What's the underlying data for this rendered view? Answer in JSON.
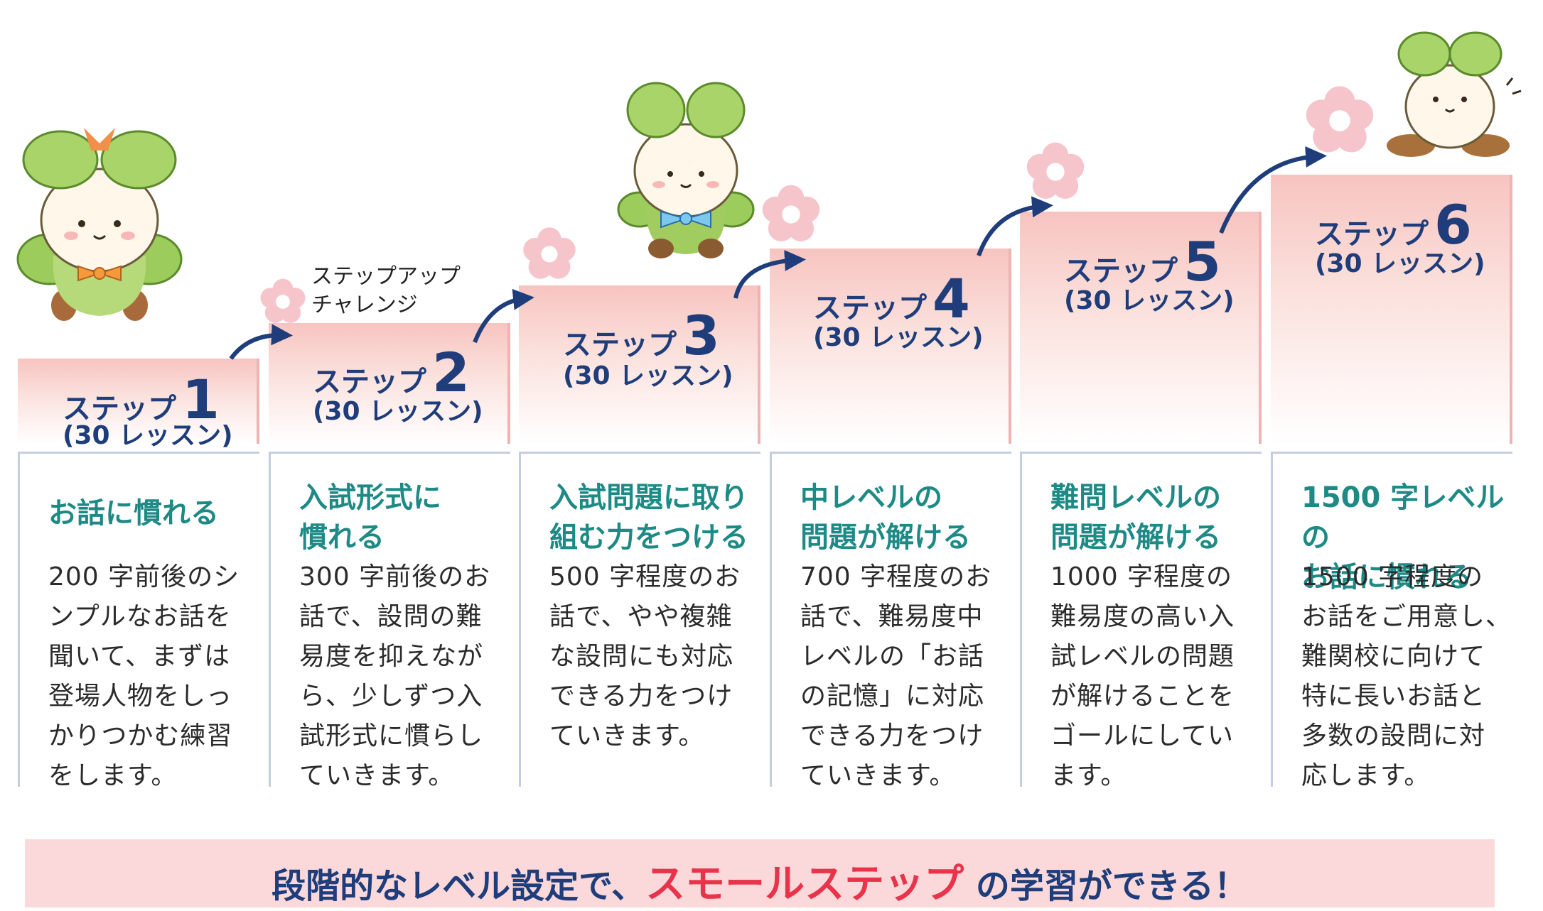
{
  "challenge_label": "ステップアップ\nチャレンジ",
  "steps": [
    {
      "word": "ステップ",
      "num": "1",
      "sub": "(30 レッスン)",
      "title": "お話に慣れる",
      "body": "200 字前後のシ\nンプルなお話を\n聞いて、まずは\n登場人物をしっ\nかりつかむ練習\nをします。"
    },
    {
      "word": "ステップ",
      "num": "2",
      "sub": "(30 レッスン)",
      "title": "入試形式に\n慣れる",
      "body": "300 字前後のお\n話で、設問の難\n易度を抑えなが\nら、少しずつ入\n試形式に慣らし\nていきます。"
    },
    {
      "word": "ステップ",
      "num": "3",
      "sub": "(30 レッスン)",
      "title": "入試問題に取り\n組む力をつける",
      "body": "500 字程度のお\n話で、やや複雑\nな設問にも対応\nできる力をつけ\nていきます。"
    },
    {
      "word": "ステップ",
      "num": "4",
      "sub": "(30 レッスン)",
      "title": "中レベルの\n問題が解ける",
      "body": "700 字程度のお\n話で、難易度中\nレベルの「お話\nの記憶」に対応\nできる力をつけ\nていきます。"
    },
    {
      "word": "ステップ",
      "num": "5",
      "sub": "(30 レッスン)",
      "title": "難問レベルの\n問題が解ける",
      "body": "1000 字程度の\n難易度の高い入\n試レベルの問題\nが解けることを\nゴールにしてい\nます。"
    },
    {
      "word": "ステップ",
      "num": "6",
      "sub": "(30 レッスン)",
      "title": "1500 字レベルの\nお話に慣れる",
      "body": "1500 字程度の\nお話をご用意し、\n難関校に向けて\n特に長いお話と\n多数の設問に対\n応します。"
    }
  ],
  "banner": {
    "before": "段階的なレベル設定で、",
    "highlight": "スモールステップ",
    "after": " の学習ができる！"
  },
  "colors": {
    "navy": "#1e3d7a",
    "teal": "#1d8a86",
    "accent_red": "#e8334a",
    "banner_bg": "#fbd9da",
    "stair_pink": "#f7c4c0"
  }
}
